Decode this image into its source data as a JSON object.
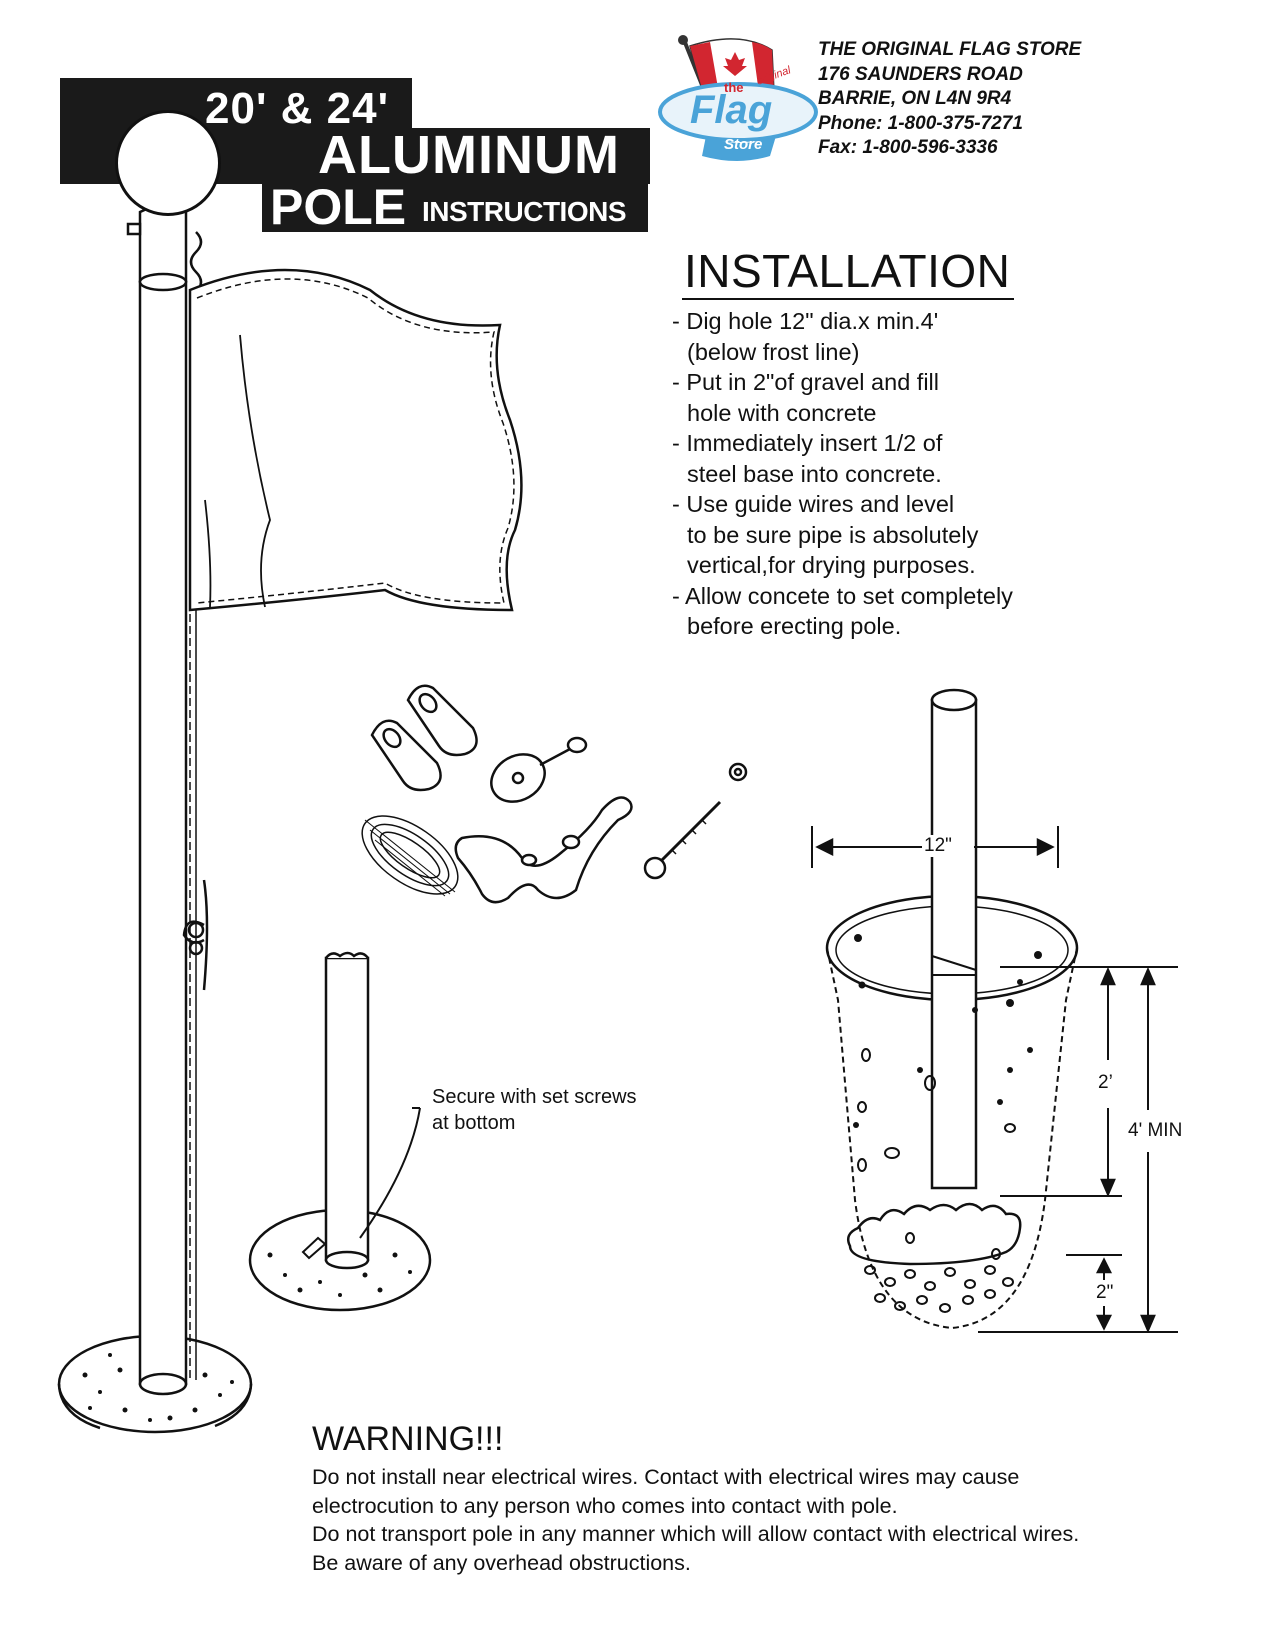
{
  "title": {
    "size": "20' & 24'",
    "line2": "ALUMINUM",
    "line3": "POLE",
    "line3_suffix": "INSTRUCTIONS"
  },
  "logo": {
    "word_the": "the",
    "word_original": "original",
    "word_flag": "Flag",
    "word_store": "Store",
    "icon": "canadian-flag-logo"
  },
  "store": {
    "name": "THE ORIGINAL FLAG STORE",
    "address": "176 SAUNDERS ROAD",
    "city": "BARRIE, ON  L4N 9R4",
    "phone": "Phone: 1-800-375-7271",
    "fax": "Fax:  1-800-596-3336"
  },
  "installation": {
    "heading": "INSTALLATION",
    "steps": [
      "- Dig hole 12\" dia.x min.4'\n  (below frost line)",
      "- Put in 2\"of gravel and fill\nhole with concrete",
      "- Immediately insert 1/2 of\nsteel base into concrete.",
      "- Use guide wires and level\nto be sure pipe is absolutely\nvertical,for drying purposes.",
      "- Allow concete to set completely\nbefore erecting pole."
    ]
  },
  "callout": {
    "text": "Secure with set screws\nat bottom"
  },
  "dimensions": {
    "diameter": "12\"",
    "depth_upper": "2’",
    "depth_total": "4' MIN",
    "gravel": "2\""
  },
  "warning": {
    "heading": "WARNING!!!",
    "lines": [
      "Do not install near electrical wires. Contact with electrical wires may cause",
      "electrocution to any person who comes into contact with pole.",
      "Do not transport pole in any manner which will allow contact with electrical wires.",
      "Be aware of any overhead obstructions."
    ]
  },
  "colors": {
    "banner": "#1a1a1a",
    "logo_blue": "#4aa3d8",
    "logo_red": "#d22630",
    "ink": "#111111"
  }
}
